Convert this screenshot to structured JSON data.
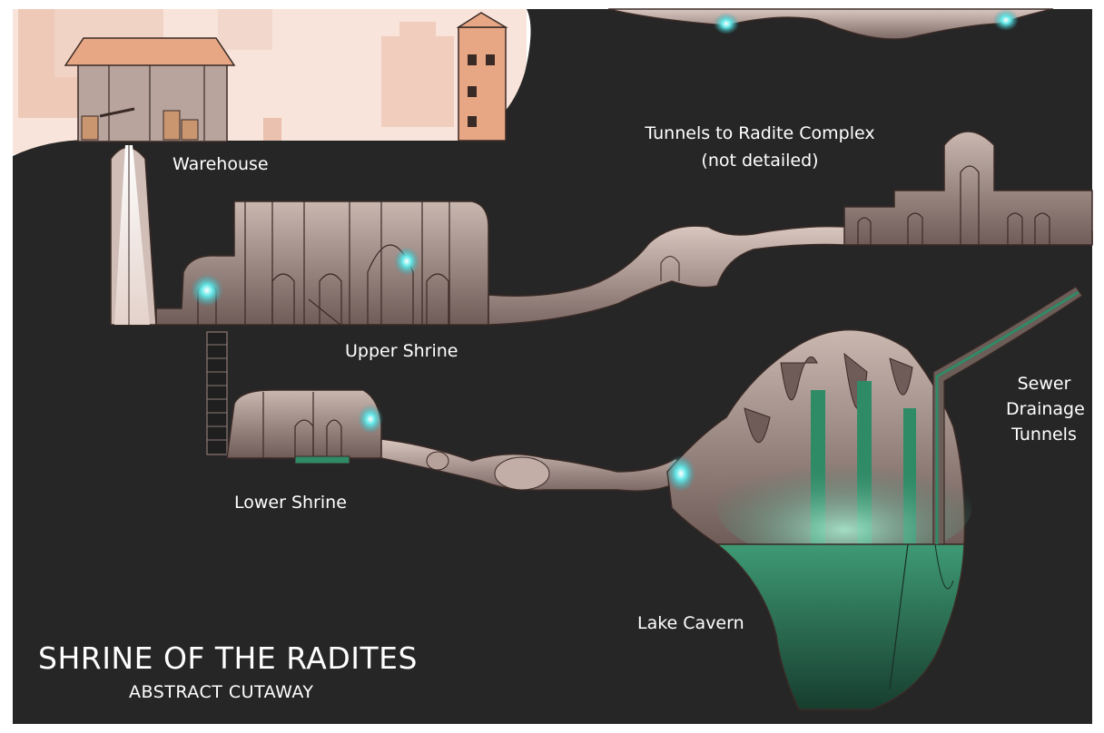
{
  "map": {
    "title": "SHRINE OF THE RADITES",
    "subtitle": "ABSTRACT CUTAWAY",
    "labels": {
      "warehouse": "Warehouse",
      "tunnels_line1": "Tunnels to Radite Complex",
      "tunnels_line2": "(not detailed)",
      "upper_shrine": "Upper Shrine",
      "lower_shrine": "Lower Shrine",
      "sewer_line1": "Sewer",
      "sewer_line2": "Drainage",
      "sewer_line3": "Tunnels",
      "lake_cavern": "Lake Cavern"
    }
  },
  "colors": {
    "rock": "#262626",
    "chamber_fill": "#d2c3bd",
    "chamber_dark": "#8e7a74",
    "sky": "#f7e2d8",
    "glow": "#49d6d8",
    "water": "#2b7a5a"
  }
}
